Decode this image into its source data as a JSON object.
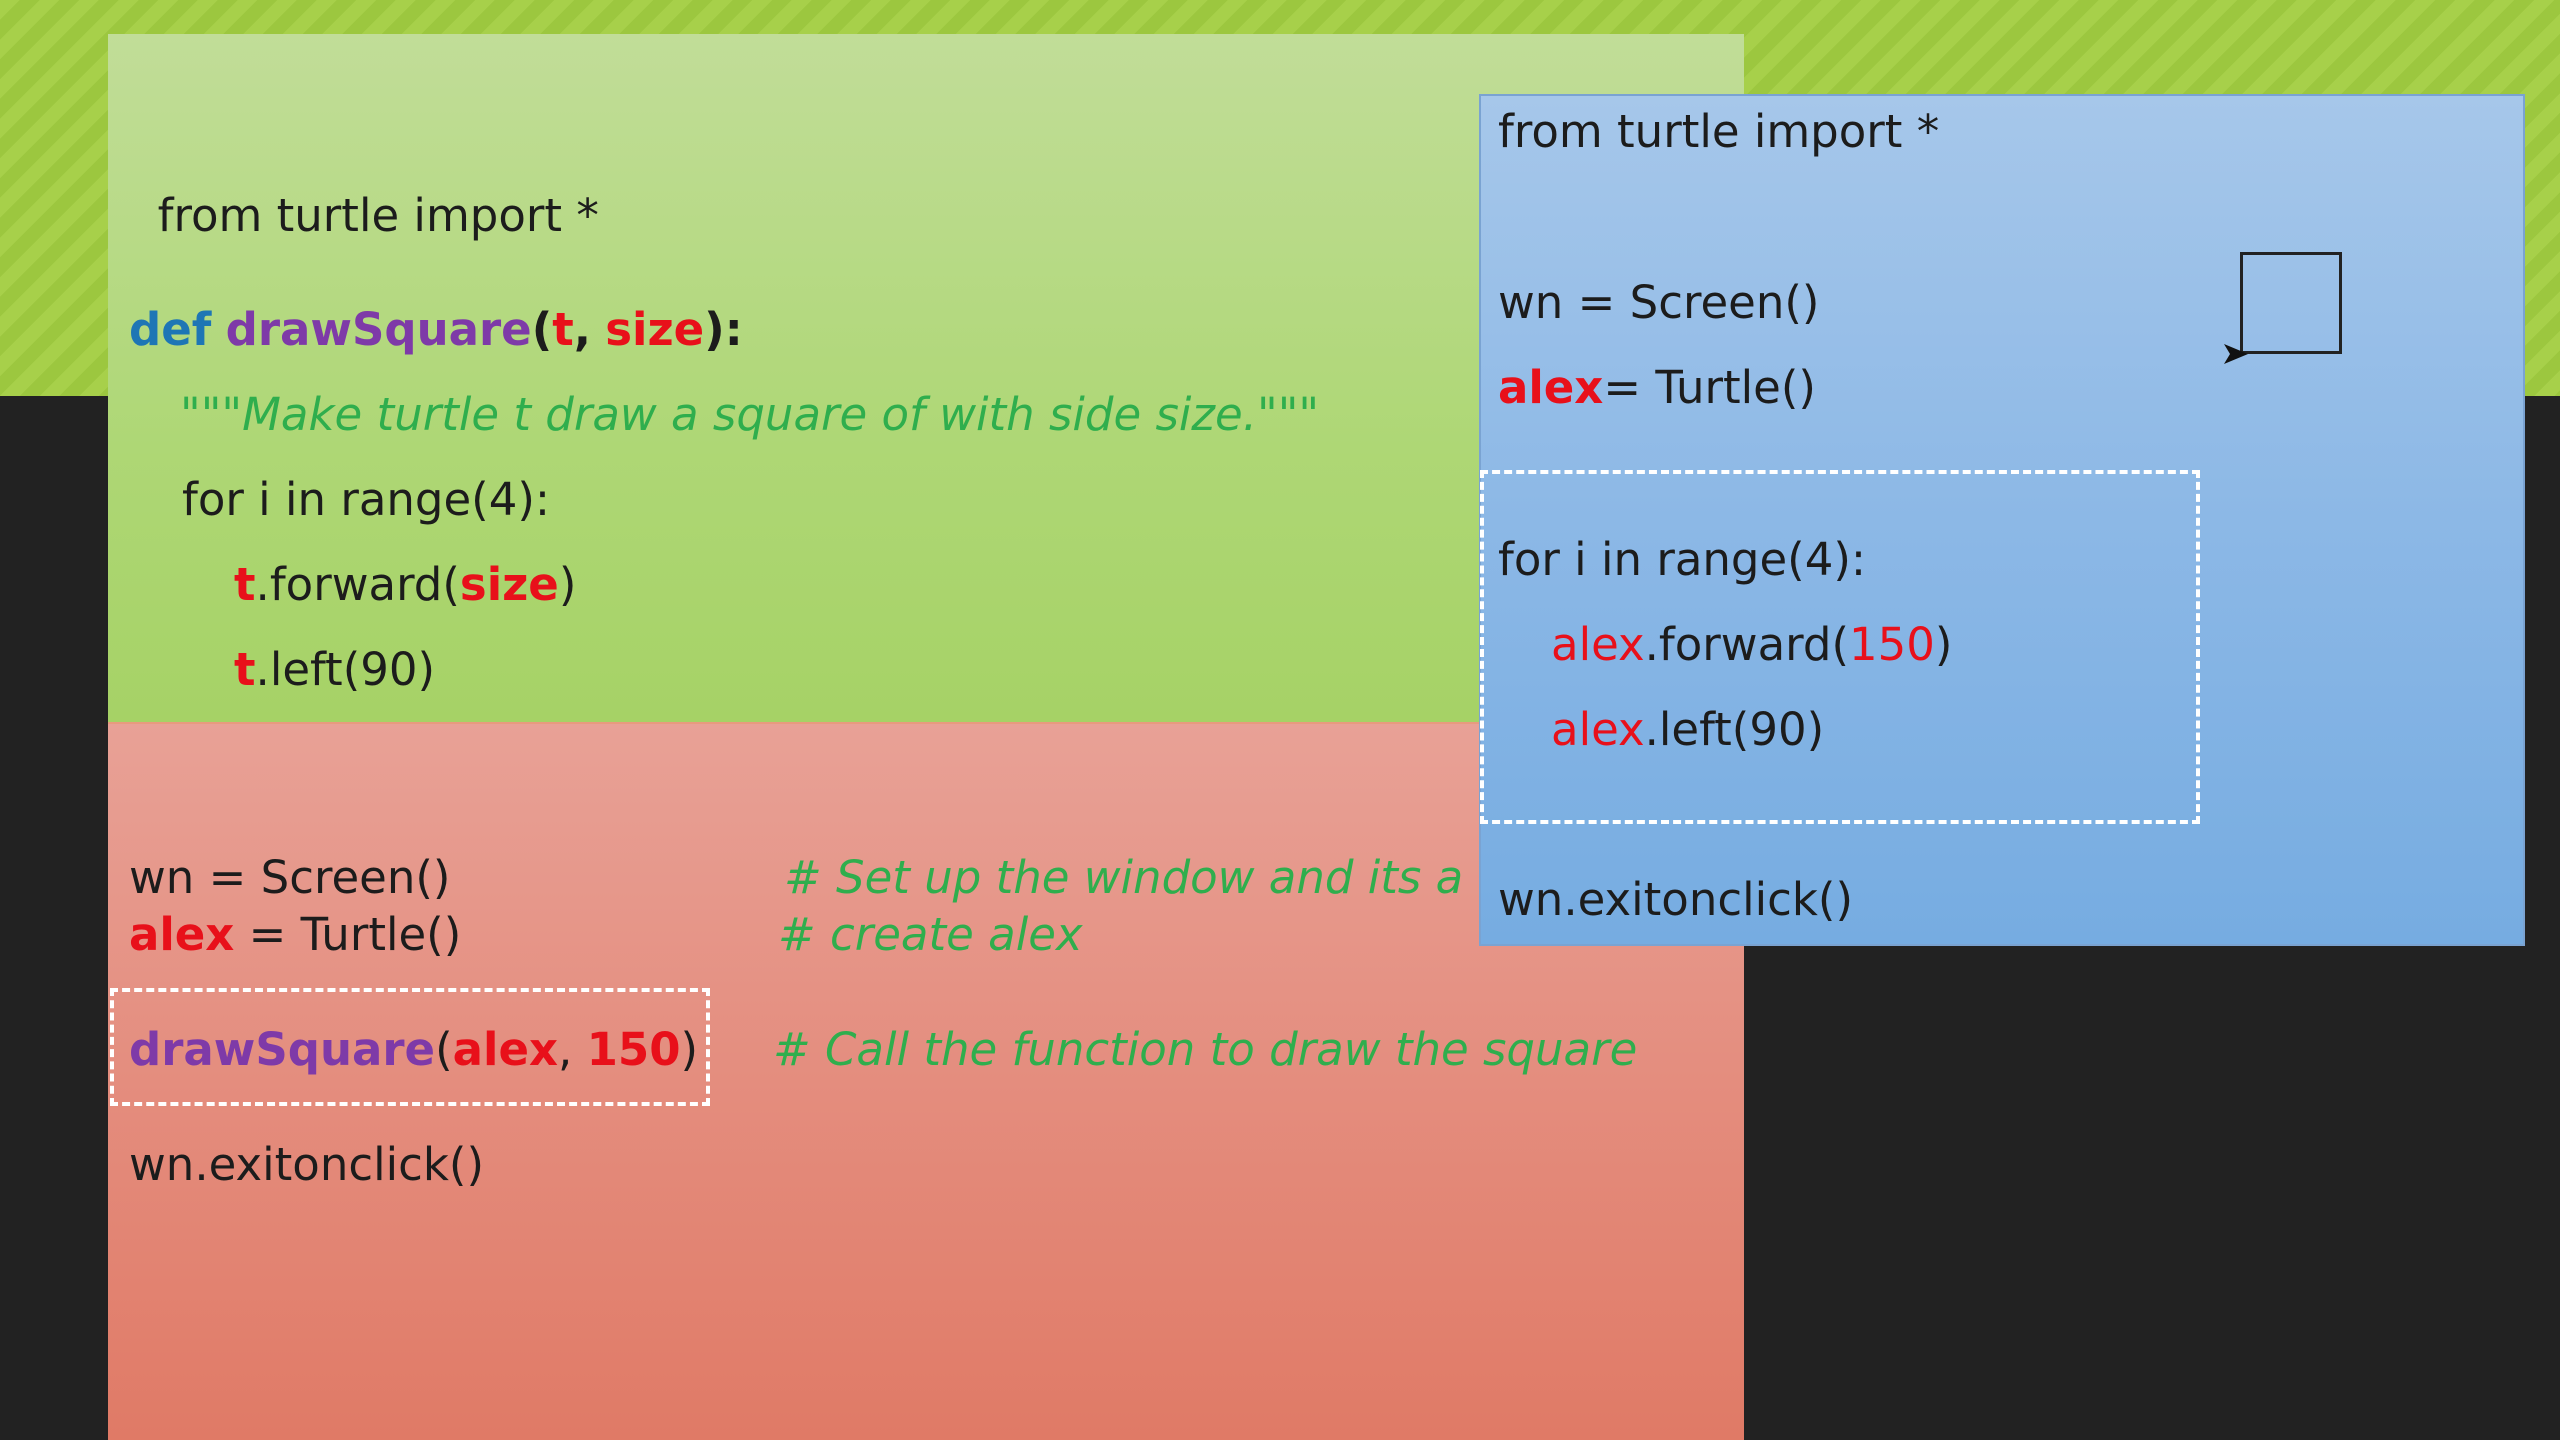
{
  "left_code": {
    "import_line": "from turtle import *",
    "def_kw": "def",
    "def_name": "drawSquare",
    "def_open": "(",
    "def_param1": "t",
    "def_comma": ",",
    "def_param2": "size",
    "def_close": "):",
    "docstring": "\"\"\"Make turtle t draw a square of with side size.\"\"\"",
    "for_line": "for i in range(4):",
    "fwd_var": "t",
    "fwd_call": ".forward(",
    "fwd_arg": "size",
    "fwd_close": ")",
    "left_var": "t",
    "left_call": ".left(90)",
    "wn_line": "wn = Screen()",
    "wn_comment": "# Set up the window and its a",
    "alex_var": "alex",
    "alex_rest": " = Turtle()",
    "alex_comment": "# create alex",
    "call_name": "drawSquare",
    "call_open": "(",
    "call_arg1": "alex",
    "call_comma": ", ",
    "call_arg2": "150",
    "call_close": ")",
    "call_comment": "# Call the function to draw the square",
    "exit_line": "wn.exitonclick()"
  },
  "right_code": {
    "import_line": "from turtle import *",
    "wn_line": "wn = Screen()",
    "alex_var": "alex",
    "alex_rest": "= Turtle()",
    "for_line": "for i in range(4):",
    "fwd_var": "alex",
    "fwd_call": ".forward(",
    "fwd_arg": "150",
    "fwd_close": ")",
    "left_var": "alex",
    "left_call": ".left(90)",
    "exit_line": "wn.exitonclick()"
  },
  "colors": {
    "keyword": "#1e76b5",
    "function": "#7e3aa8",
    "variable": "#e8101a",
    "comment": "#2fae4d"
  },
  "icons": {
    "turtle_drawing": "square-drawing",
    "turtle_cursor": "arrow-cursor-icon"
  }
}
